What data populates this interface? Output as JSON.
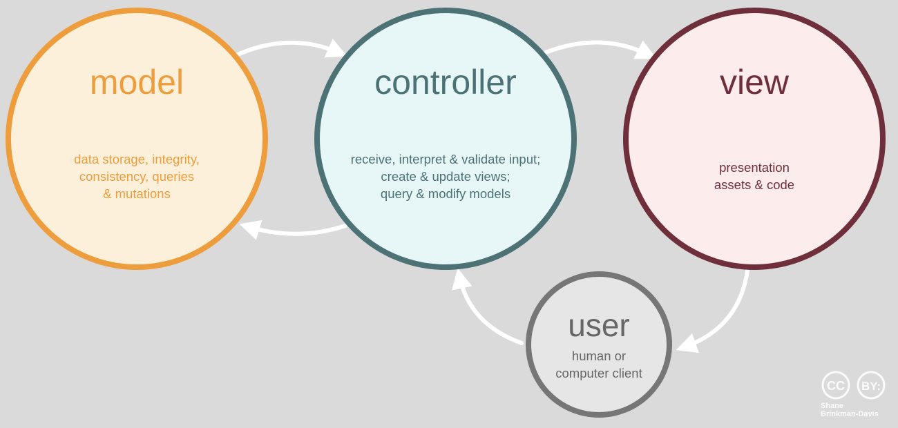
{
  "diagram": {
    "nodes": {
      "model": {
        "title": "model",
        "lines": [
          "data storage, integrity,",
          "consistency, queries",
          "& mutations"
        ],
        "colors": {
          "stroke": "#ee9d3c",
          "fill": "#fdf0da",
          "text": "#ee9d3c"
        }
      },
      "controller": {
        "title": "controller",
        "lines": [
          "receive, interpret & validate input;",
          "create & update views;",
          "query & modify models"
        ],
        "colors": {
          "stroke": "#4c7275",
          "fill": "#e7f6f6",
          "text": "#4c7275"
        }
      },
      "view": {
        "title": "view",
        "lines": [
          "presentation",
          "assets & code"
        ],
        "colors": {
          "stroke": "#6e2f3a",
          "fill": "#fdecec",
          "text": "#6e2f3a"
        }
      },
      "user": {
        "title": "user",
        "lines": [
          "human or",
          "computer client"
        ],
        "colors": {
          "stroke": "#767676",
          "fill": "#e6e6e6",
          "text": "#666666"
        }
      }
    },
    "edges": [
      {
        "from": "model",
        "to": "controller"
      },
      {
        "from": "controller",
        "to": "model"
      },
      {
        "from": "controller",
        "to": "view"
      },
      {
        "from": "view",
        "to": "user"
      },
      {
        "from": "user",
        "to": "controller"
      }
    ],
    "arrow_color": "#ffffff"
  },
  "license": {
    "badge_left": "CC",
    "badge_right": "BY:",
    "author_lines": [
      "Shane",
      "Brinkman-Davis"
    ],
    "color": "#ffffff"
  }
}
